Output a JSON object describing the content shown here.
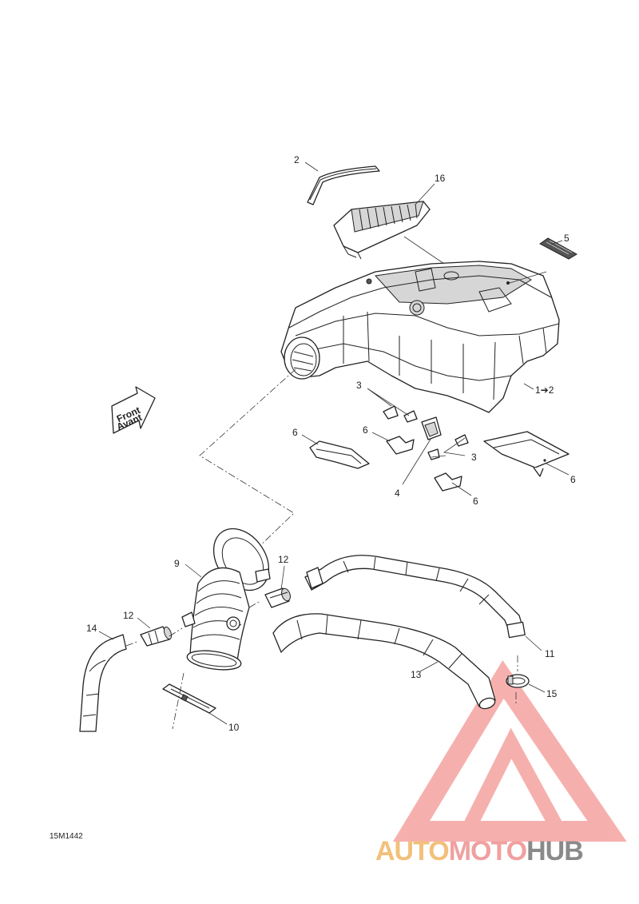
{
  "diagram": {
    "drawing_code": "15M1442",
    "direction_label": [
      "Front",
      "Avant"
    ],
    "callouts": [
      {
        "id": "c2",
        "text": "2"
      },
      {
        "id": "c16",
        "text": "16"
      },
      {
        "id": "c5",
        "text": "5"
      },
      {
        "id": "c1",
        "text": "1➔2"
      },
      {
        "id": "c3a",
        "text": "3"
      },
      {
        "id": "c3b",
        "text": "3"
      },
      {
        "id": "c6a",
        "text": "6"
      },
      {
        "id": "c6b",
        "text": "6"
      },
      {
        "id": "c6c",
        "text": "6"
      },
      {
        "id": "c6d",
        "text": "6"
      },
      {
        "id": "c4",
        "text": "4"
      },
      {
        "id": "c9",
        "text": "9"
      },
      {
        "id": "c12a",
        "text": "12"
      },
      {
        "id": "c12b",
        "text": "12"
      },
      {
        "id": "c14",
        "text": "14"
      },
      {
        "id": "c11",
        "text": "11"
      },
      {
        "id": "c13",
        "text": "13"
      },
      {
        "id": "c15",
        "text": "15"
      },
      {
        "id": "c10",
        "text": "10"
      }
    ]
  },
  "watermark": {
    "parts": [
      "AUTO",
      "MOTO",
      "HUB"
    ],
    "colors": {
      "triangle": "#f4a3a0",
      "auto": "#f2c07a",
      "moto": "#f0a0a0",
      "hub": "#8a8a8a"
    }
  }
}
